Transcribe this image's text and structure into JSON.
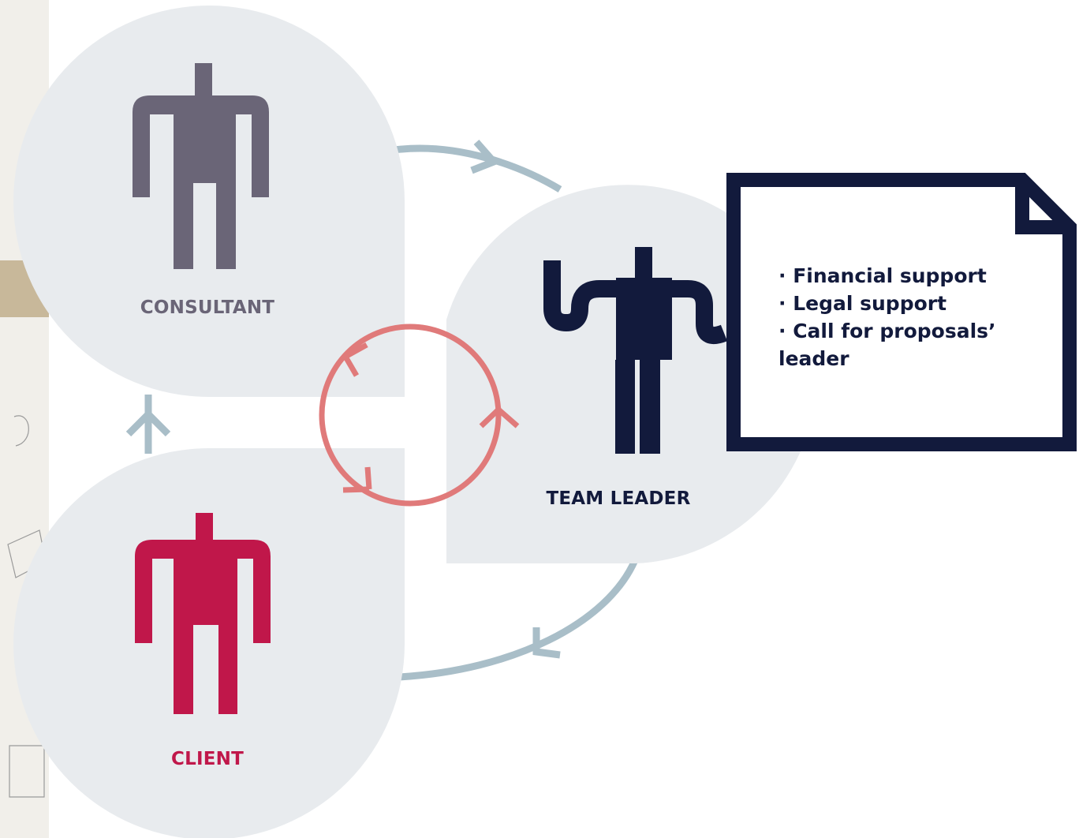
{
  "colors": {
    "bubble": "#e8ebee",
    "cycle_arrow": "#a9bec8",
    "inner_cycle": "#e07a7a",
    "consultant": "#6a6577",
    "team_leader": "#121a3c",
    "client": "#c0174a",
    "note_fill": "#ffffff",
    "note_border": "#121a3c"
  },
  "roles": {
    "consultant": {
      "label": "CONSULTANT",
      "icon": "standing-person-icon"
    },
    "team_leader": {
      "label": "TEAM LEADER",
      "icon": "person-raised-arms-icon"
    },
    "client": {
      "label": "CLIENT",
      "icon": "standing-person-icon"
    }
  },
  "note": {
    "icon": "document-note-icon",
    "items": [
      "· Financial support",
      "· Legal support",
      "· Call for proposals’ leader"
    ]
  }
}
